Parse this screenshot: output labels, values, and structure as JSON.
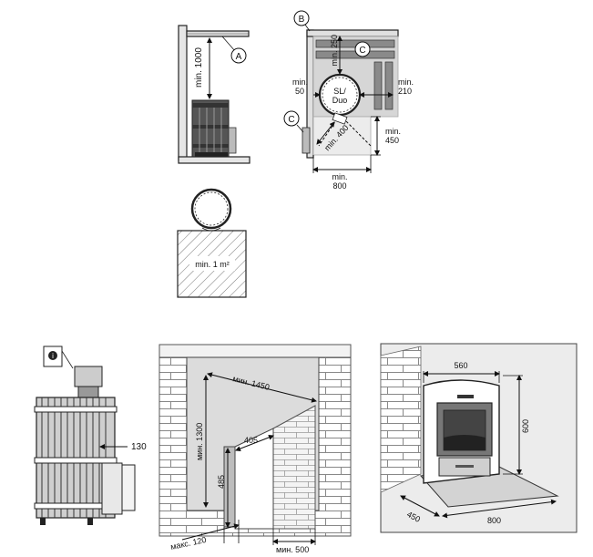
{
  "top_side": {
    "callout_a": "A",
    "min_1000": "min. 1000"
  },
  "top_plan": {
    "callout_b": "B",
    "callout_c_top": "C",
    "callout_c_left": "C",
    "min_250": "min. 250",
    "min_50_a": "min.",
    "min_50_b": "50",
    "min_210_a": "min.",
    "min_210_b": "210",
    "stove_a": "SL/",
    "stove_b": "Duo",
    "min_400": "min. 400",
    "min_450_a": "min.",
    "min_450_b": "450",
    "min_800_a": "min.",
    "min_800_b": "800"
  },
  "floor": {
    "label": "min. 1 m²"
  },
  "bottom_stove": {
    "callout_i": "i",
    "dim_130": "130"
  },
  "wall_opening": {
    "min_1450": "мин. 1450",
    "min_1300": "мин. 1300",
    "d405": "405",
    "d485": "485",
    "max_120": "макс. 120",
    "min_500": "мин. 500"
  },
  "fireplace": {
    "d560": "560",
    "d600": "600",
    "d450": "450",
    "d800": "800"
  }
}
